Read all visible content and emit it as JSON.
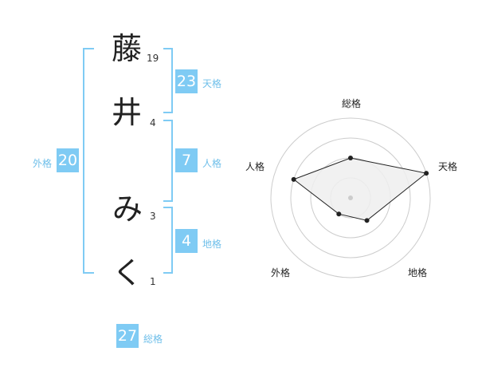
{
  "name": {
    "chars": [
      {
        "char": "藤",
        "strokes": "19"
      },
      {
        "char": "井",
        "strokes": "4"
      },
      {
        "char": "み",
        "strokes": "3"
      },
      {
        "char": "く",
        "strokes": "1"
      }
    ]
  },
  "fortune": {
    "tenkaku": {
      "value": "23",
      "label": "天格"
    },
    "jinkaku": {
      "value": "7",
      "label": "人格"
    },
    "chikaku": {
      "value": "4",
      "label": "地格"
    },
    "gaikaku": {
      "value": "20",
      "label": "外格"
    },
    "soukaku": {
      "value": "27",
      "label": "総格"
    }
  },
  "chart_data": {
    "type": "radar",
    "axes": [
      "総格",
      "天格",
      "地格",
      "外格",
      "人格"
    ],
    "values": [
      27,
      23,
      4,
      20,
      7
    ],
    "relative_levels": [
      0.5,
      1.0,
      0.35,
      0.25,
      0.75
    ],
    "rings": 4,
    "colors": {
      "fill": "#efefef",
      "stroke": "#222222",
      "grid": "#cccccc",
      "center": "#cccccc"
    }
  },
  "colors": {
    "accent": "#7fcbf4",
    "label": "#6fbfea"
  }
}
